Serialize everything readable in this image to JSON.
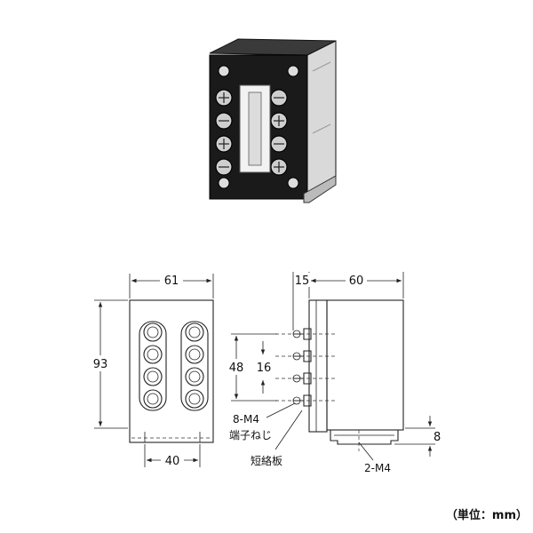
{
  "front_view": {
    "width_label": "61",
    "height_label": "93",
    "pitch_label": "40"
  },
  "side_view": {
    "depth_label": "60",
    "terminal_protrusion_label": "15",
    "terminal_span_label": "48",
    "terminal_pitch_label": "16",
    "rail_height_label": "8",
    "terminal_screw_label_1": "8-M4",
    "terminal_screw_label_2": "端子ねじ",
    "shorting_plate_label": "短絡板",
    "mount_screw_label": "2-M4"
  },
  "unit_note": "（単位：mm）"
}
